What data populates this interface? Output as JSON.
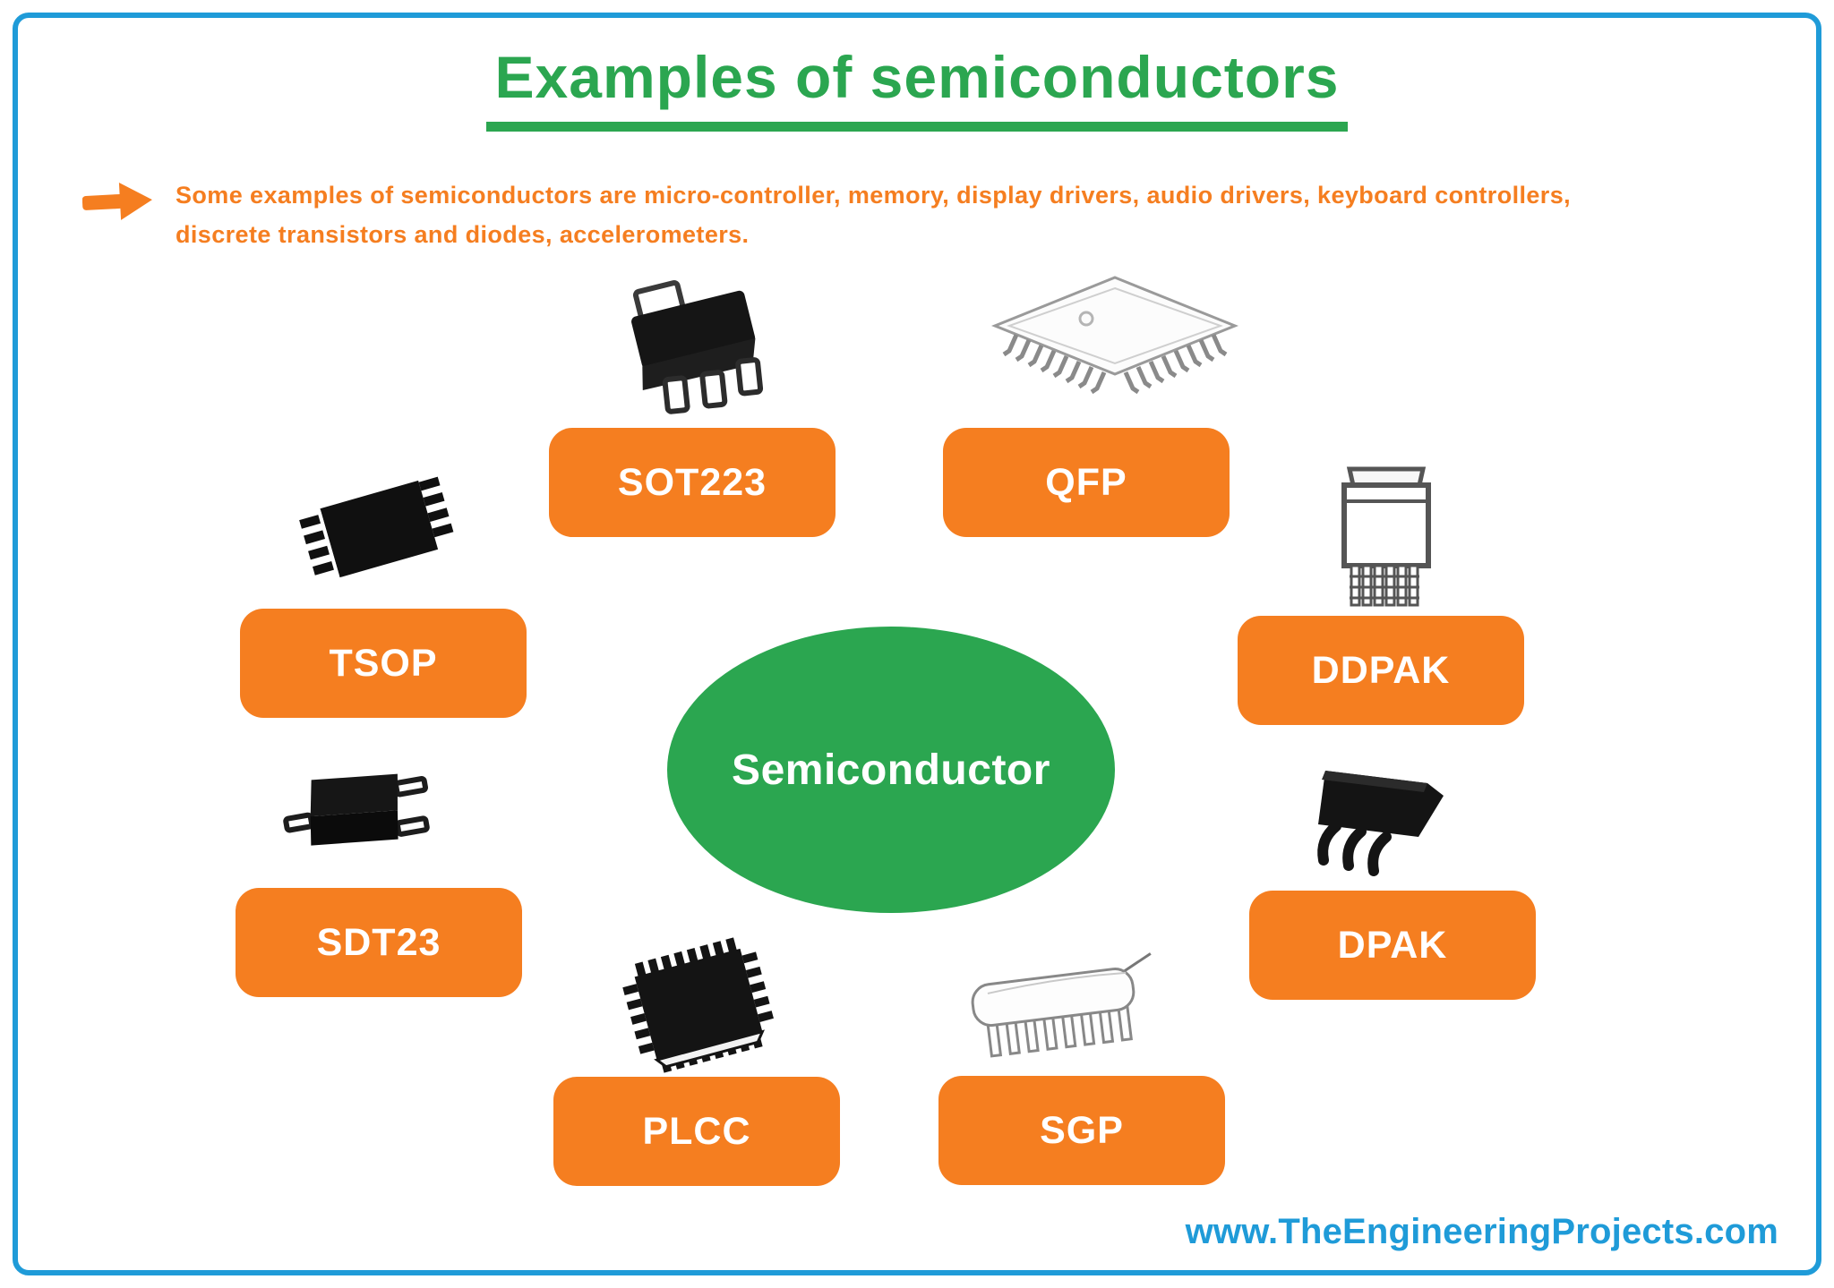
{
  "page": {
    "title": "Examples of semiconductors",
    "description_lines": [
      "Some examples of semiconductors are micro-controller, memory, display drivers, audio drivers, keyboard controllers,",
      "discrete transistors and diodes, accelerometers."
    ],
    "center_label": "Semiconductor",
    "website": "www.TheEngineeringProjects.com"
  },
  "colors": {
    "title_green": "#2BA650",
    "accent_orange": "#F57E20",
    "frame_blue": "#1F9BD8",
    "label_text": "#FFFFFF"
  },
  "icons": [
    "arrow-icon",
    "sot223-chip-image",
    "qfp-chip-image",
    "tsop-chip-image",
    "ddpak-chip-image",
    "sdt23-chip-image",
    "dpak-chip-image",
    "plcc-chip-image",
    "sgp-chip-image"
  ],
  "packages": [
    {
      "label": "SOT223"
    },
    {
      "label": "QFP"
    },
    {
      "label": "TSOP"
    },
    {
      "label": "DDPAK"
    },
    {
      "label": "SDT23"
    },
    {
      "label": "DPAK"
    },
    {
      "label": "PLCC"
    },
    {
      "label": "SGP"
    }
  ]
}
